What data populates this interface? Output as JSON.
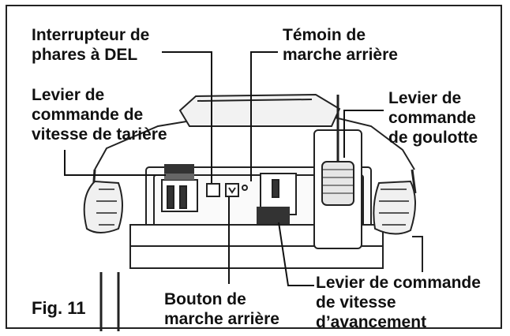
{
  "figure_label": "Fig. 11",
  "labels": {
    "led_switch": "Interrupteur de\nphares à DEL",
    "reverse_indicator": "Témoin de\nmarche arrière",
    "auger_speed_lever": "Levier de\ncommande de\nvitesse de tarière",
    "chute_lever": "Levier de\ncommande\nde goulotte",
    "reverse_button": "Bouton de\nmarche arrière",
    "travel_speed_lever": "Levier de commande\nde vitesse\nd’avancement"
  }
}
